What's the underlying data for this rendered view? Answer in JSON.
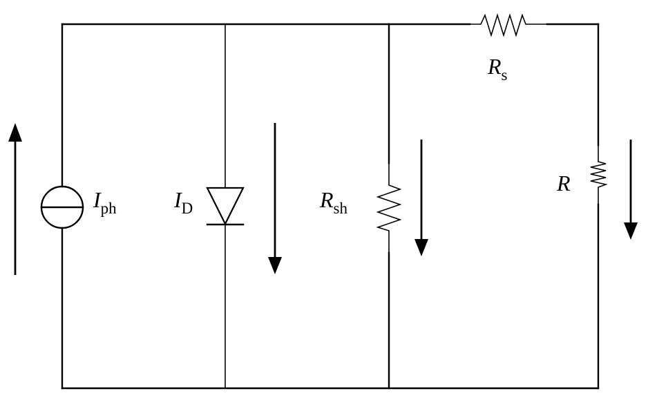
{
  "labels": {
    "photocurrent": {
      "main": "I",
      "sub": "ph"
    },
    "diode_current": {
      "main": "I",
      "sub": "D"
    },
    "shunt_resistor": {
      "main": "R",
      "sub": "sh"
    },
    "series_resistor": {
      "main": "R",
      "sub": "s"
    },
    "load_resistor": {
      "main": "R"
    }
  }
}
